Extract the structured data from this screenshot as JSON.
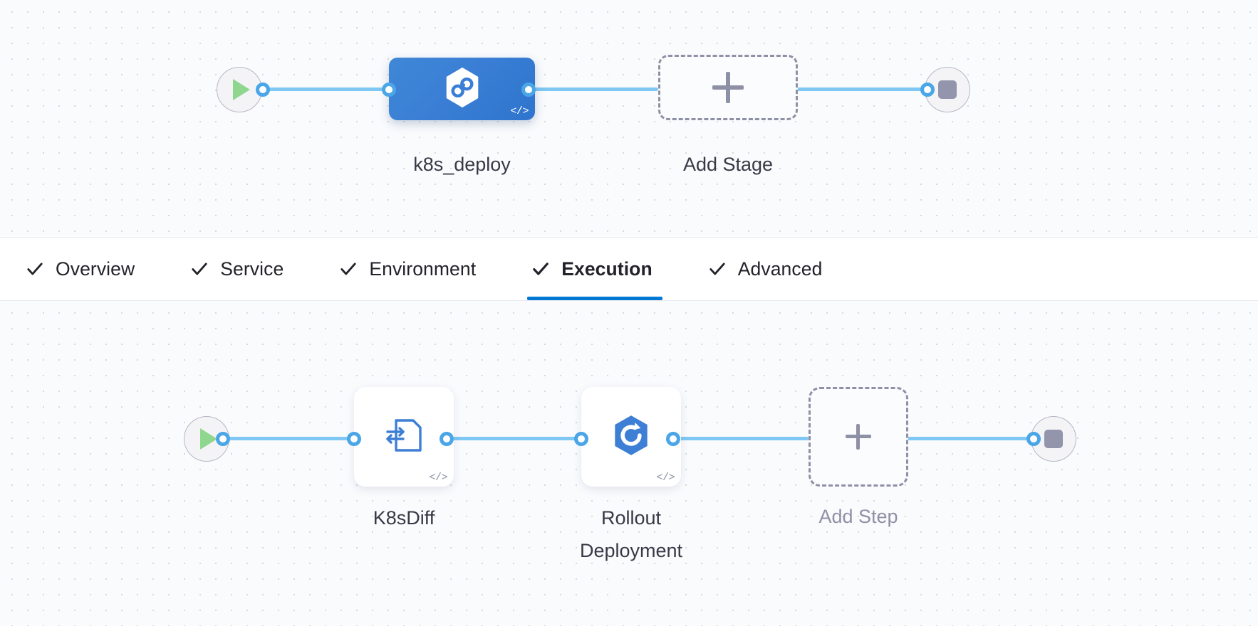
{
  "tabs": [
    {
      "label": "Overview",
      "icon": "check-icon",
      "complete": true,
      "active": false
    },
    {
      "label": "Service",
      "icon": "check-icon",
      "complete": true,
      "active": false
    },
    {
      "label": "Environment",
      "icon": "check-icon",
      "complete": true,
      "active": false
    },
    {
      "label": "Execution",
      "icon": "check-icon",
      "complete": true,
      "active": true
    },
    {
      "label": "Advanced",
      "icon": "check-icon",
      "complete": true,
      "active": false
    }
  ],
  "stage_graph": {
    "start_node": {
      "icon": "play-icon",
      "label": ""
    },
    "end_node": {
      "icon": "stop-icon",
      "label": ""
    },
    "nodes": [
      {
        "label": "k8s_deploy",
        "icon": "harness-cd-hexagon-icon",
        "badge": "</>",
        "type": "stage"
      },
      {
        "label": "Add Stage",
        "icon": "plus-icon",
        "type": "add"
      }
    ]
  },
  "execution_graph": {
    "start_node": {
      "icon": "play-icon",
      "label": ""
    },
    "end_node": {
      "icon": "stop-icon",
      "label": ""
    },
    "nodes": [
      {
        "label": "K8sDiff",
        "icon": "k8s-diff-document-icon",
        "badge": "</>",
        "type": "step"
      },
      {
        "label": "Rollout\nDeployment",
        "icon": "rollout-hexagon-icon",
        "badge": "</>",
        "type": "step"
      },
      {
        "label": "Add Step",
        "icon": "plus-icon",
        "type": "add"
      }
    ]
  },
  "colors": {
    "accent": "#0278d5",
    "connector": "#7ec8f3",
    "connector_dot": "#4ba6e8",
    "stage_blue": "#3a7fd5",
    "step_icon_blue": "#3d7fd4",
    "play_green": "#8fd68f",
    "stop_gray": "#9295ac",
    "dashed_gray": "#8e90a6",
    "canvas_bg": "#fafbfd",
    "grid_dot": "#d4d9e3"
  }
}
